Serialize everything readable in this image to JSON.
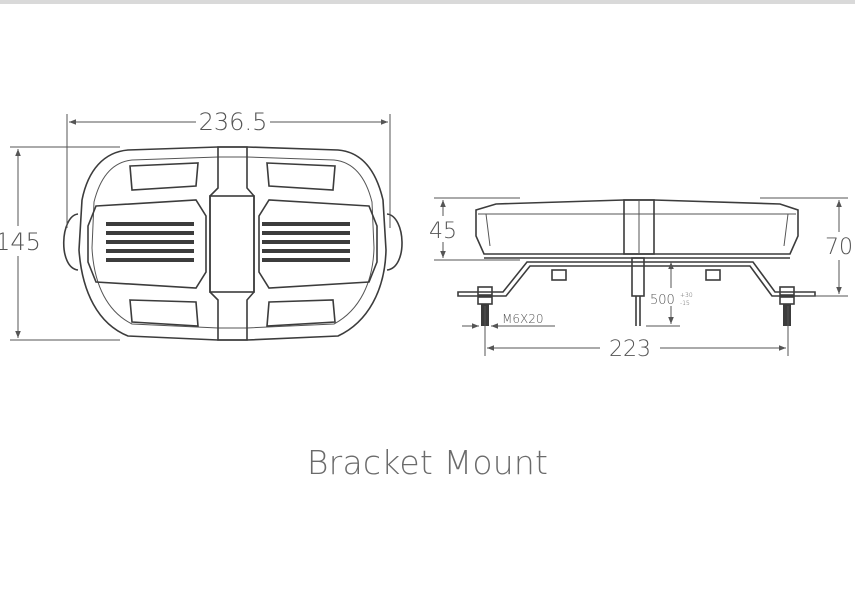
{
  "caption": "Bracket Mount",
  "dimensions": {
    "top_width": "236.5",
    "top_height": "145",
    "side_height_body": "45",
    "side_height_total": "70",
    "bracket_span": "223",
    "cable_length": "500",
    "cable_tol_plus": "+30",
    "cable_tol_minus": "-15",
    "bolt": "M6X20"
  },
  "colors": {
    "line": "#3c3c3c",
    "dimension": "#555555",
    "caption": "#6b6b6b",
    "top_rule": "#d9d9d9"
  }
}
